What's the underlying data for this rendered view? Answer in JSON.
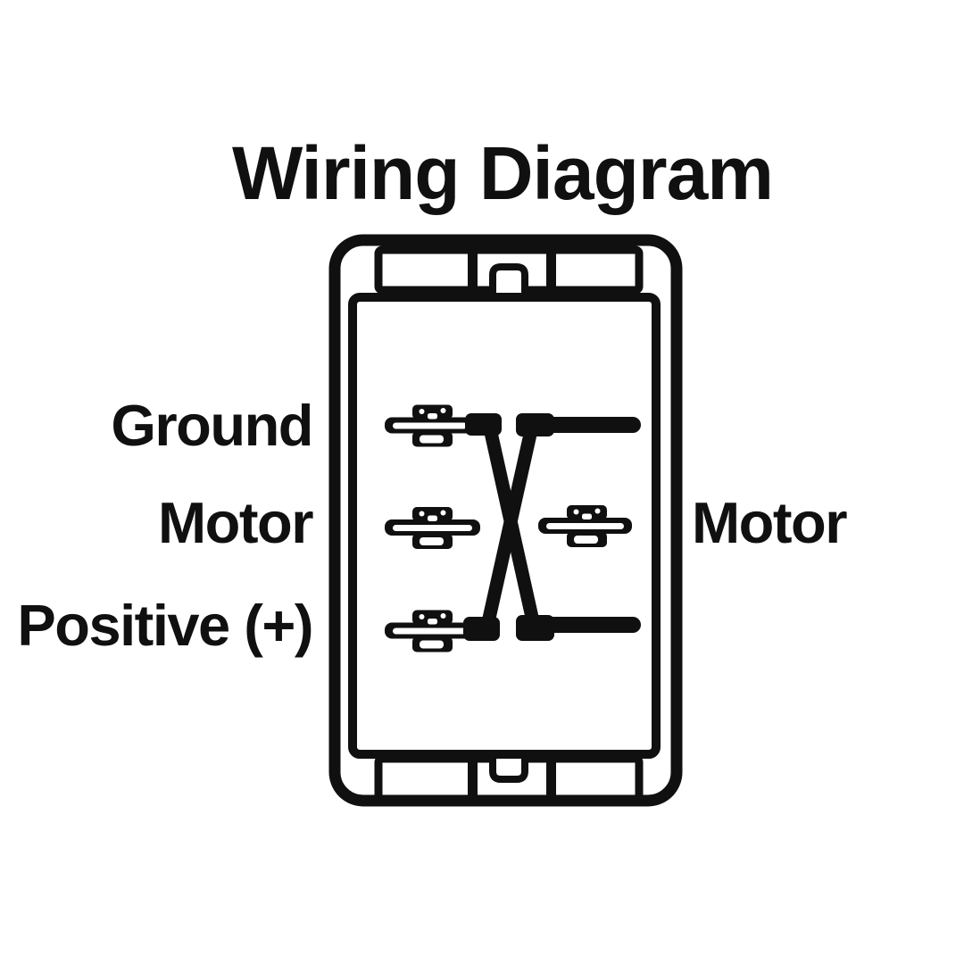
{
  "title": "Wiring Diagram",
  "colors": {
    "line": "#101010",
    "background": "#ffffff"
  },
  "labels": {
    "left": [
      {
        "text": "Ground",
        "row": "top"
      },
      {
        "text": "Motor",
        "row": "middle"
      },
      {
        "text": "Positive (+)",
        "row": "bottom"
      }
    ],
    "right": [
      {
        "text": "Motor",
        "row": "middle"
      }
    ]
  },
  "switch": {
    "type": "rocker-switch-wiring-diagram",
    "left_terminal_count": 3,
    "right_terminal_count": 1,
    "connections": [
      {
        "from": "ground-terminal",
        "to": "lower-right-wire",
        "path": "diagonal"
      },
      {
        "from": "upper-right-wire",
        "to": "positive-terminal",
        "path": "diagonal"
      }
    ],
    "wires_crossed": true
  }
}
